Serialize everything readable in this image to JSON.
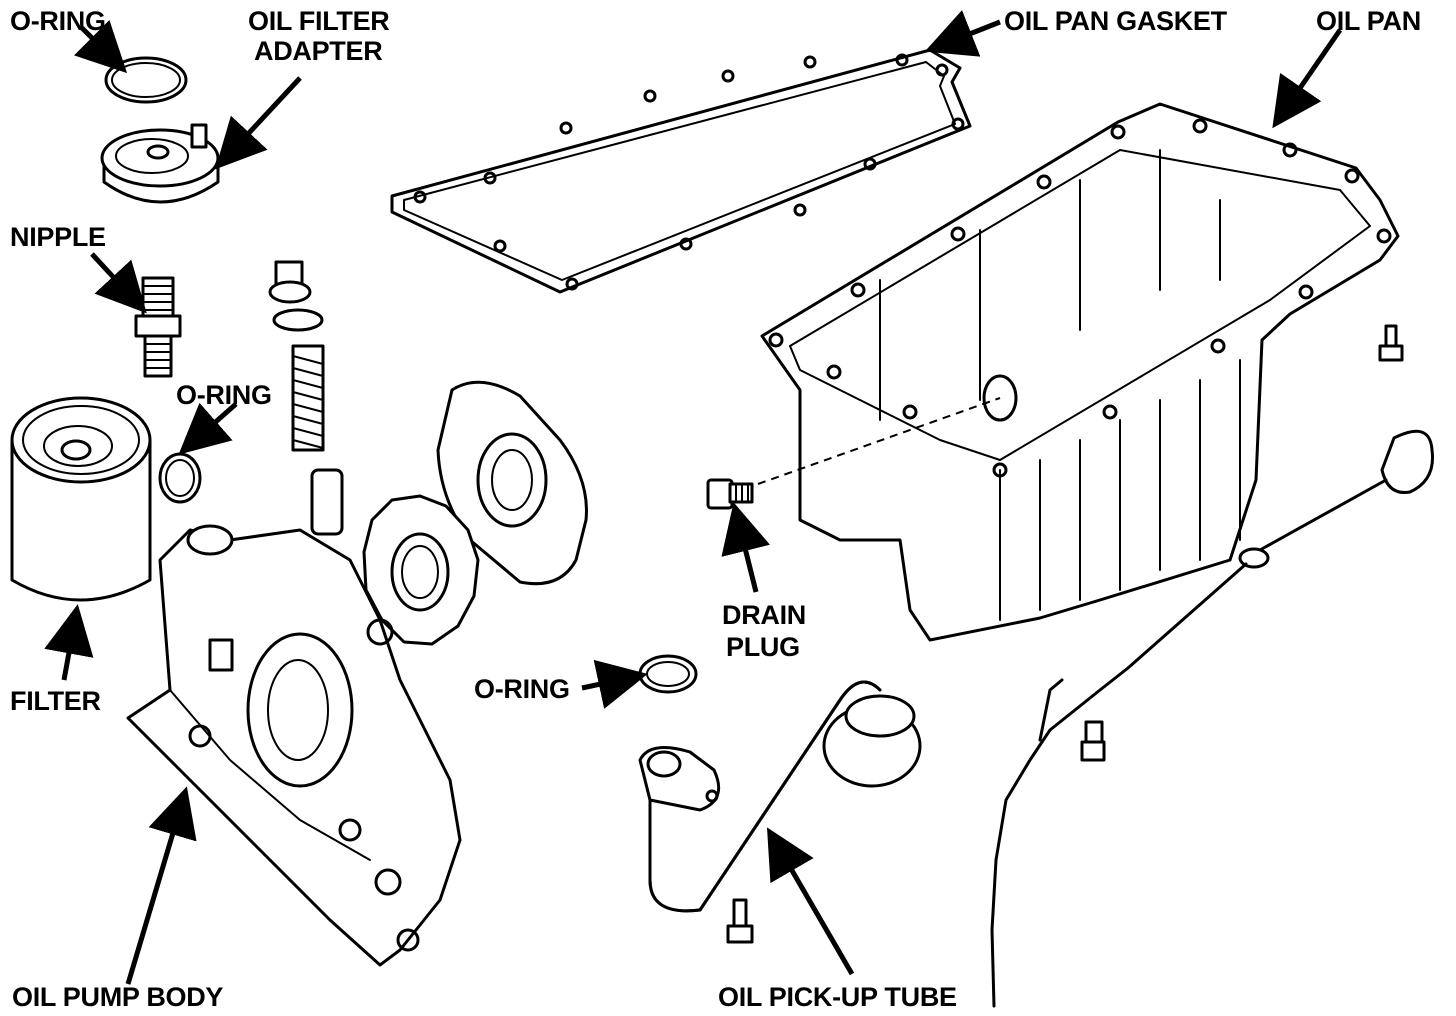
{
  "labels": {
    "o_ring_top": "O-RING",
    "oil_filter_adapter_1": "OIL FILTER",
    "oil_filter_adapter_2": "ADAPTER",
    "nipple": "NIPPLE",
    "o_ring_mid": "O-RING",
    "filter": "FILTER",
    "oil_pump_body": "OIL PUMP BODY",
    "oil_pan_gasket": "OIL PAN GASKET",
    "oil_pan": "OIL PAN",
    "drain_plug_1": "DRAIN",
    "drain_plug_2": "PLUG",
    "o_ring_low": "O-RING",
    "oil_pickup_tube": "OIL PICK-UP TUBE"
  }
}
